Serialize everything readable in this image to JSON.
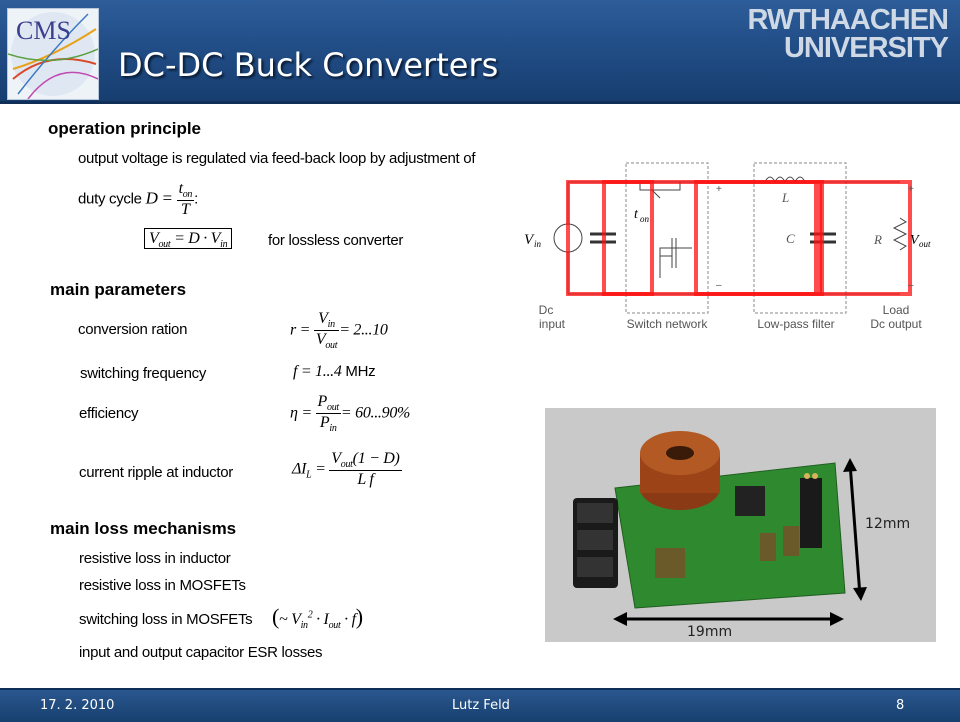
{
  "header": {
    "title": "DC-DC Buck Converters",
    "logo_left": "CMS",
    "logo_right_line1": "RWTHAACHEN",
    "logo_right_line2": "UNIVERSITY"
  },
  "sections": {
    "operation": {
      "heading": "operation principle",
      "line1": "output voltage is regulated via feed-back loop by adjustment of",
      "duty_text": "duty cycle",
      "duty_lhs": "D =",
      "duty_num": "t",
      "duty_num_sub": "on",
      "duty_den": "T",
      "duty_end": ":",
      "vout_formula": "V",
      "vout_note": "for lossless converter"
    },
    "params": {
      "heading": "main parameters",
      "conv_label": "conversion ration",
      "conv_rhs": "= 2...10",
      "freq_label": "switching frequency",
      "freq_rhs": "f = 1...4",
      "freq_unit": "MHz",
      "eff_label": "efficiency",
      "eff_rhs": "= 60...90%",
      "ripple_label": "current ripple at inductor"
    },
    "loss": {
      "heading": "main loss mechanisms",
      "item1": "resistive loss in inductor",
      "item2": "resistive loss in MOSFETs",
      "item3": "switching loss in MOSFETs",
      "item4": "input and output capacitor ESR losses"
    }
  },
  "diagram": {
    "vin": "V",
    "ton": "t",
    "L": "L",
    "C": "C",
    "R": "R",
    "vout": "V",
    "label_input_1": "Dc",
    "label_input_2": "input",
    "label_switch": "Switch network",
    "label_filter": "Low-pass filter",
    "label_load_1": "Load",
    "label_load_2": "Dc output",
    "plus": "+",
    "minus": "–"
  },
  "photo": {
    "dim_height": "12mm",
    "dim_width": "19mm"
  },
  "footer": {
    "date": "17. 2. 2010",
    "author": "Lutz Feld",
    "page": "8"
  }
}
